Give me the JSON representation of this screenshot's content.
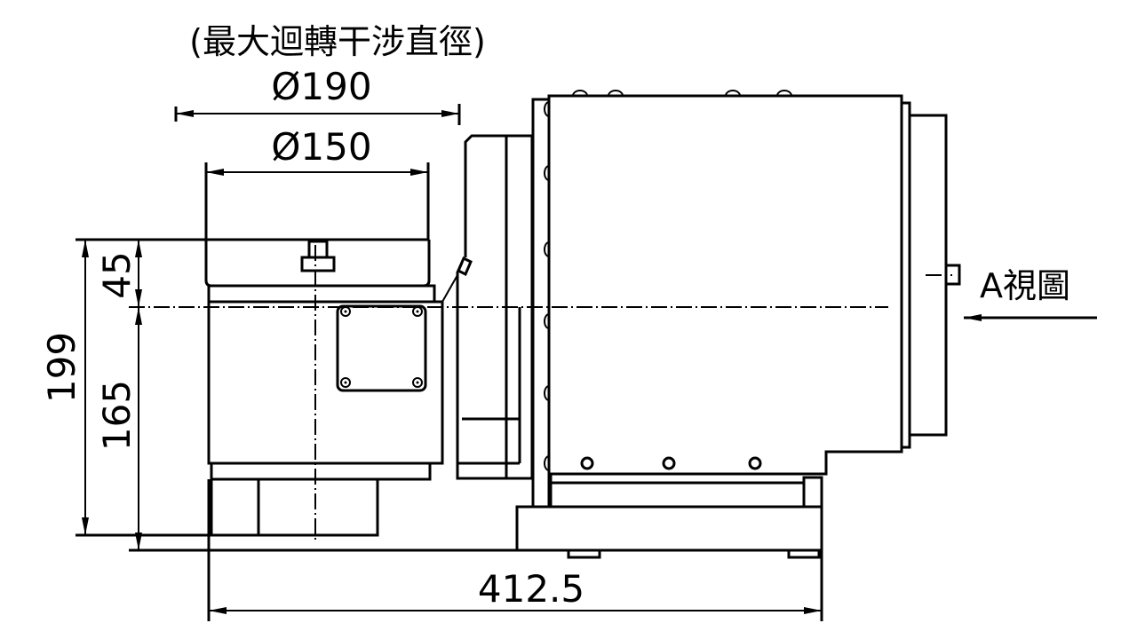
{
  "annotations": {
    "max_swing_note": "(最大迴轉干涉直徑)",
    "dia_190": "Ø190",
    "dia_150": "Ø150",
    "height_45": "45",
    "height_165": "165",
    "height_199": "199",
    "length_412_5": "412.5",
    "view_a": "A視圖"
  },
  "colors": {
    "line": "#000000",
    "background": "#ffffff"
  }
}
